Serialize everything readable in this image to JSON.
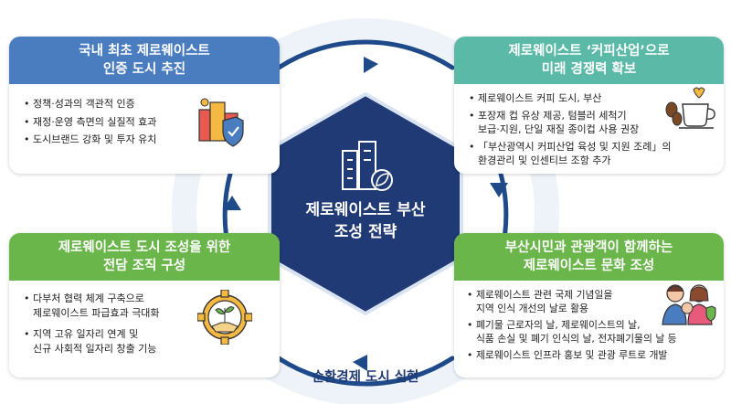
{
  "center": {
    "title_line1": "제로웨이스트 부산",
    "title_line2": "조성 전략"
  },
  "caption": "순환경제 도시 실현",
  "cards": {
    "top_left": {
      "title_line1": "국내 최초 제로웨이스트",
      "title_line2": "인증 도시 추진",
      "items": [
        {
          "lines": [
            "정책·성과의 객관적 인증"
          ]
        },
        {
          "lines": [
            "재정·운영 측면의 실질적 효과"
          ]
        },
        {
          "lines": [
            "도시브랜드 강화 및 투자 유치"
          ]
        }
      ],
      "icon": "city-shield-icon"
    },
    "top_right": {
      "title_line1": "제로웨이스트 ‘커피산업’으로",
      "title_line2": "미래 경쟁력 확보",
      "items": [
        {
          "lines": [
            "제로웨이스트 커피 도시, 부산"
          ]
        },
        {
          "lines": [
            "포장재 컵 유상 제공, 텀블러 세척기",
            "보급·지원, 단일 재질 종이컵 사용 권장"
          ]
        },
        {
          "lines": [
            "「부산광역시 커피산업 육성 및 지원 조례」의",
            "환경관리 및 인센티브 조항 추가"
          ]
        }
      ],
      "icon": "coffee-cup-icon"
    },
    "bottom_left": {
      "title_line1": "제로웨이스트 도시 조성을 위한",
      "title_line2": "전담 조직 구성",
      "items": [
        {
          "lines": [
            "다부처 협력 체계 구축으로",
            "제로웨이스트 파급효과 극대화"
          ]
        },
        {
          "lines": [
            "지역 고유 일자리 연계 및",
            "신규 사회적 일자리 창출 기능"
          ]
        }
      ],
      "icon": "gear-handshake-icon"
    },
    "bottom_right": {
      "title_line1": "부산시민과 관광객이 함께하는",
      "title_line2": "제로웨이스트 문화 조성",
      "items": [
        {
          "lines": [
            "제로웨이스트 관련 국제 기념일을",
            "지역 인식 개선의 날로 활용"
          ]
        },
        {
          "lines": [
            "폐기물 근로자의 날, 제로웨이스트의 날,",
            "식품 손실 및 폐기 인식의 날, 전자폐기물의 날 등"
          ]
        },
        {
          "lines": [
            "제로웨이스트 인프라 홍보 및 관광 루트로 개발"
          ]
        }
      ],
      "icon": "family-icon"
    }
  },
  "colors": {
    "navy": "#1f3a74",
    "blue": "#4a7cc0",
    "teal": "#5bb9a7",
    "green": "#6bb64b",
    "ring": "#e8eef8"
  }
}
